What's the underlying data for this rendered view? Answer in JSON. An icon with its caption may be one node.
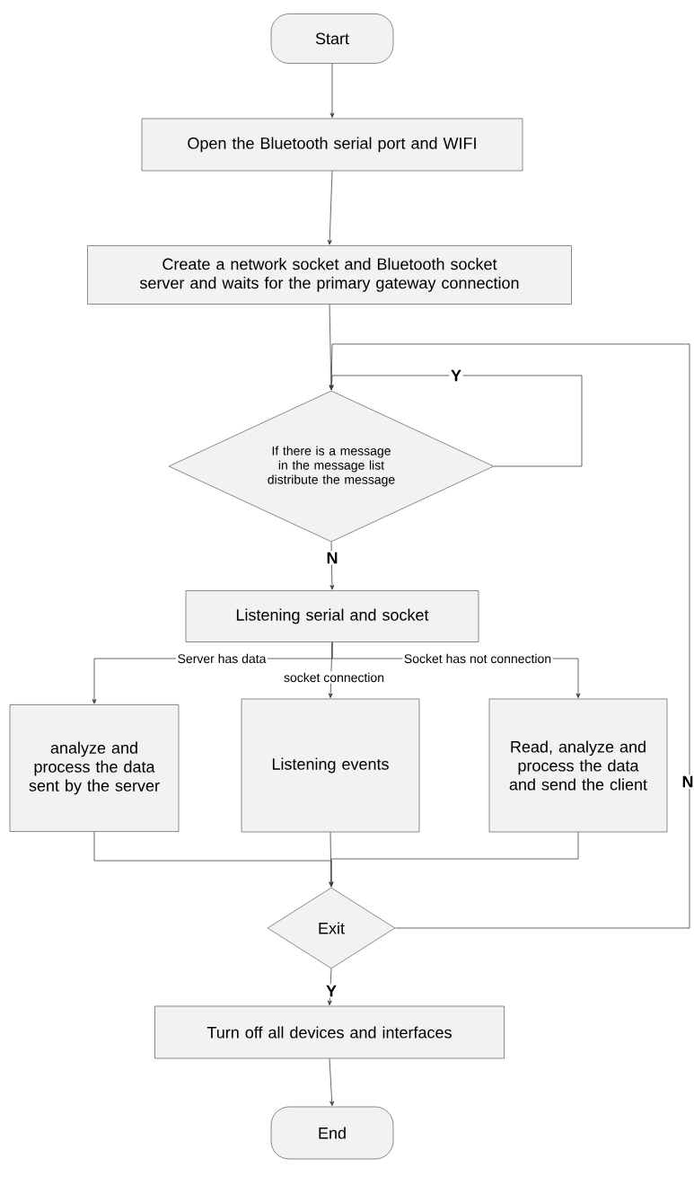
{
  "diagram": {
    "nodes": [
      {
        "text": [
          "Start"
        ]
      },
      {
        "text": [
          "Open the Bluetooth serial port and WIFI"
        ]
      },
      {
        "text": [
          "Create a network socket and Bluetooth socket server and waits for the primary gateway connection"
        ]
      },
      {
        "text": [
          "If there is a message in the message list distribute the message"
        ]
      },
      {
        "text": [
          "Listening serial and socket"
        ]
      },
      {
        "text": [
          "analyze and process the data sent by the server"
        ]
      },
      {
        "text": [
          "Listening events"
        ]
      },
      {
        "text": [
          "Read, analyze and process the data and send the client"
        ]
      },
      {
        "text": [
          "Exit"
        ]
      },
      {
        "text": [
          "Turn off all devices and interfaces"
        ]
      },
      {
        "text": [
          "End"
        ]
      }
    ],
    "edges": [
      {
        "from": 0,
        "to": 1,
        "arrow": "to"
      },
      {
        "from": 1,
        "to": 2,
        "arrow": "to"
      },
      {
        "from": 2,
        "to": 3,
        "arrow": "to"
      },
      {
        "from": 3,
        "to": 3,
        "arrow": "to",
        "label": "Y"
      },
      {
        "from": 3,
        "to": 4,
        "arrow": "to",
        "label": "N"
      },
      {
        "from": 4,
        "to": 5,
        "arrow": "to",
        "label": "Server has data"
      },
      {
        "from": 4,
        "to": 6,
        "arrow": "to",
        "label": "socket connection"
      },
      {
        "from": 4,
        "to": 7,
        "arrow": "to",
        "label": "Socket has not connection"
      },
      {
        "from": 5,
        "to": 8,
        "arrow": "to"
      },
      {
        "from": 6,
        "to": 8,
        "arrow": "to"
      },
      {
        "from": 7,
        "to": 8,
        "arrow": "to"
      },
      {
        "from": 8,
        "to": 3,
        "arrow": "to",
        "label": "N"
      },
      {
        "from": 8,
        "to": 9,
        "arrow": "to",
        "label": "Y"
      },
      {
        "from": 9,
        "to": 10,
        "arrow": "to"
      }
    ]
  }
}
